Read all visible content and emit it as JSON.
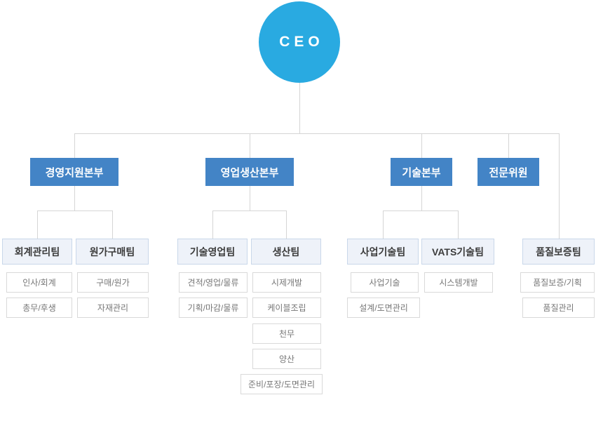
{
  "org": {
    "ceo": "CEO",
    "divisions": [
      {
        "label": "경영지원본부",
        "teams": [
          {
            "label": "회계관리팀",
            "units": [
              "인사/회계",
              "총무/후생"
            ]
          },
          {
            "label": "원가구매팀",
            "units": [
              "구매/원가",
              "자재관리"
            ]
          }
        ]
      },
      {
        "label": "영업생산본부",
        "teams": [
          {
            "label": "기술영업팀",
            "units": [
              "견적/영업/물류",
              "기획/마감/물류"
            ]
          },
          {
            "label": "생산팀",
            "units": [
              "시제개발",
              "케이블조립",
              "천무",
              "양산",
              "준비/포장/도면관리"
            ]
          }
        ]
      },
      {
        "label": "기술본부",
        "teams": [
          {
            "label": "사업기술팀",
            "units": [
              "사업기술",
              "설계/도면관리"
            ]
          },
          {
            "label": "VATS기술팀",
            "units": [
              "시스템개발"
            ]
          }
        ]
      },
      {
        "label": "전문위원",
        "teams": [
          {
            "label": "품질보증팀",
            "units": [
              "품질보증/기획",
              "품질관리"
            ]
          }
        ]
      }
    ]
  },
  "colors": {
    "ceo_circle": "#29aae1",
    "division_box": "#4384c6",
    "team_box_bg": "#eef2f9",
    "team_box_border": "#c9d7ea",
    "unit_box_border": "#d9d9d9",
    "connector": "#d5d5d5"
  }
}
